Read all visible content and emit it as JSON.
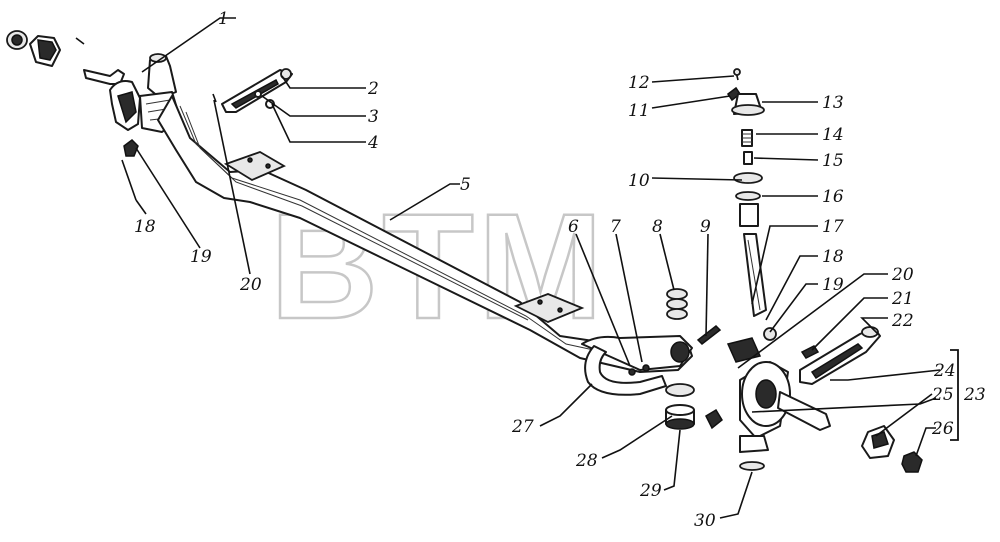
{
  "watermark": "BTM",
  "callouts": {
    "n1": "1",
    "n2": "2",
    "n3": "3",
    "n4": "4",
    "n5": "5",
    "n6": "6",
    "n7": "7",
    "n8": "8",
    "n9": "9",
    "n10": "10",
    "n11": "11",
    "n12": "12",
    "n13": "13",
    "n14": "14",
    "n15": "15",
    "n16": "16",
    "n17": "17",
    "n18a": "18",
    "n18b": "18",
    "n19a": "19",
    "n19b": "19",
    "n20a": "20",
    "n20b": "20",
    "n21": "21",
    "n22": "22",
    "n23": "23",
    "n24": "24",
    "n25": "25",
    "n26": "26",
    "n27": "27",
    "n28": "28",
    "n29": "29",
    "n30": "30"
  }
}
